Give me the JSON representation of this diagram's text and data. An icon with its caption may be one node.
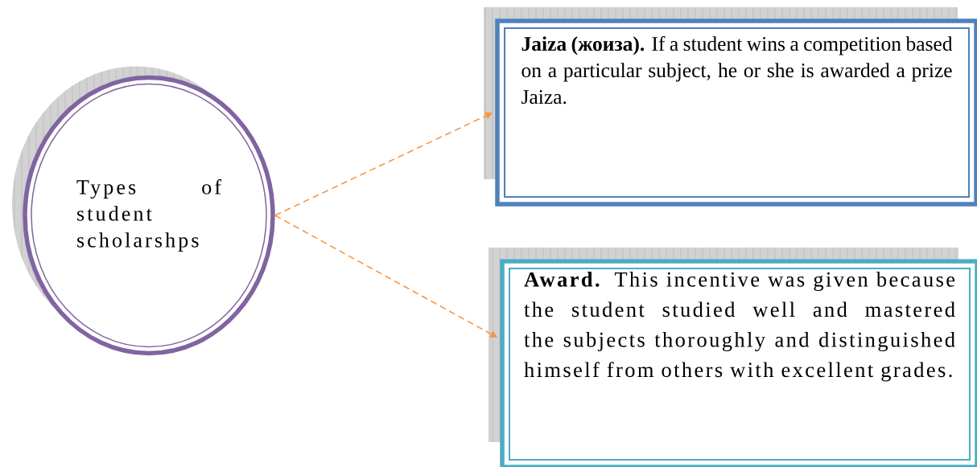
{
  "diagram": {
    "nodes": [
      {
        "text": [
          "Types of student scholarshps"
        ]
      },
      {
        "text": [
          "**Jaiza (жоиза).** If a student wins a competition based on a particular subject, he or she is awarded a prize Jaiza."
        ]
      },
      {
        "text": [
          "**Award.** This incentive was given because the student studied well and mastered the subjects thoroughly and distinguished himself from others with excellent grades."
        ]
      }
    ],
    "edges": [
      {
        "from": 0,
        "to": 1,
        "arrow": "to",
        "style": "dashed"
      },
      {
        "from": 0,
        "to": 2,
        "arrow": "to",
        "style": "dashed"
      }
    ]
  }
}
